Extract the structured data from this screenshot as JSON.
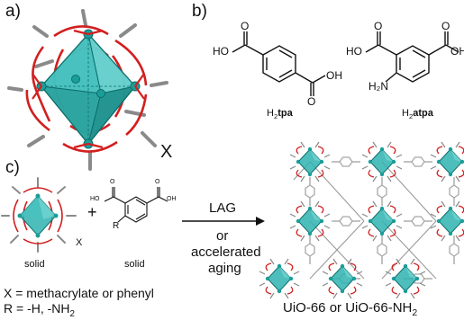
{
  "panels": {
    "a": "a)",
    "b": "b)",
    "c": "c)"
  },
  "cluster_a": {
    "substituent_label": "X"
  },
  "molecules": {
    "tpa": {
      "h2": "H",
      "sub": "2",
      "name": "tpa",
      "ho": "HO",
      "oh": "OH",
      "o1": "O",
      "o2": "O"
    },
    "atpa": {
      "h2": "H",
      "sub": "2",
      "name": "atpa",
      "ho": "HO",
      "oh": "OH",
      "o1": "O",
      "o2": "O",
      "nh2": "H₂N"
    }
  },
  "reaction": {
    "cluster_x": "X",
    "plus": "+",
    "reagent_r": "R",
    "reagent_ho": "HO",
    "reagent_oh": "OH",
    "reagent_o1": "O",
    "reagent_o2": "O",
    "state_cluster": "solid",
    "state_linker": "solid",
    "condition_top": "LAG",
    "condition_or": "or",
    "condition_alt1": "accelerated",
    "condition_alt2": "aging"
  },
  "definitions": {
    "x_def": "X = methacrylate or phenyl",
    "r_prefix": "R = -H, -NH",
    "r_sub": "2"
  },
  "product": {
    "name1": "UiO-66",
    "or": "or",
    "name2_prefix": "UiO-66-NH",
    "name2_sub": "2"
  },
  "colors": {
    "oxygen": "#d21f1f",
    "zirconium": "#1a9e9a",
    "polyhedron": "#2fb3b0",
    "carbon": "#8a8a8a",
    "bond": "#111111",
    "linker": "#a8a8a8"
  }
}
